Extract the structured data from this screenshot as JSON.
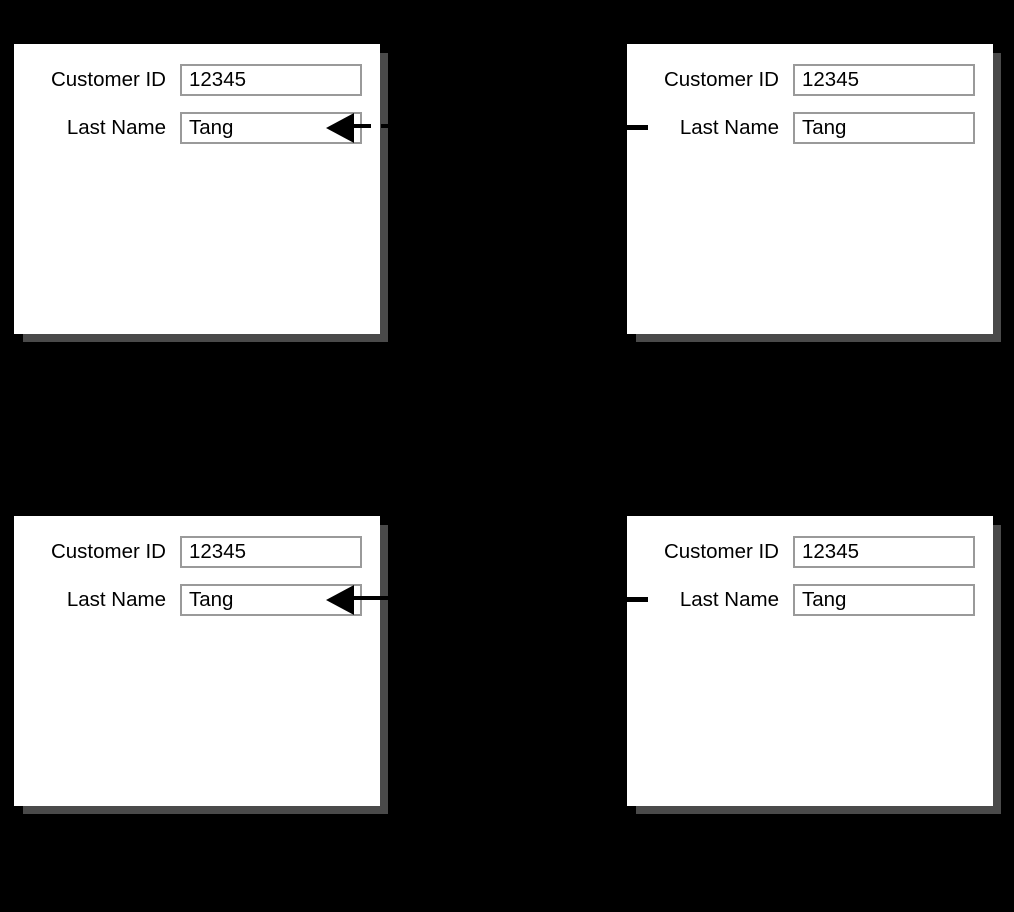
{
  "background_color": "#000000",
  "panel_color": "#ffffff",
  "shadow_color": "#4a4a4a",
  "input_border_color": "#9a9a9a",
  "text_color": "#000000",
  "annotation_color": "#000000",
  "form": {
    "customer_id_label": "Customer ID",
    "customer_id_value": "12345",
    "last_name_label": "Last Name",
    "last_name_value": "Tang"
  },
  "panels": [
    {
      "id": "top-left",
      "position": "top-left",
      "customer_id_label": "Customer ID",
      "customer_id_value": "12345",
      "last_name_label": "Last Name",
      "last_name_value": "Tang",
      "annotation": "arrow-pointing-to-last-name-field"
    },
    {
      "id": "top-right",
      "position": "top-right",
      "customer_id_label": "Customer ID",
      "customer_id_value": "12345",
      "last_name_label": "Last Name",
      "last_name_value": "Tang",
      "annotation": "connector-stub-at-last-name-row"
    },
    {
      "id": "bottom-left",
      "position": "bottom-left",
      "customer_id_label": "Customer ID",
      "customer_id_value": "12345",
      "last_name_label": "Last Name",
      "last_name_value": "Tang",
      "annotation": "arrow-pointing-to-last-name-field"
    },
    {
      "id": "bottom-right",
      "position": "bottom-right",
      "customer_id_label": "Customer ID",
      "customer_id_value": "12345",
      "last_name_label": "Last Name",
      "last_name_value": "Tang",
      "annotation": "connector-stub-at-last-name-row"
    }
  ]
}
